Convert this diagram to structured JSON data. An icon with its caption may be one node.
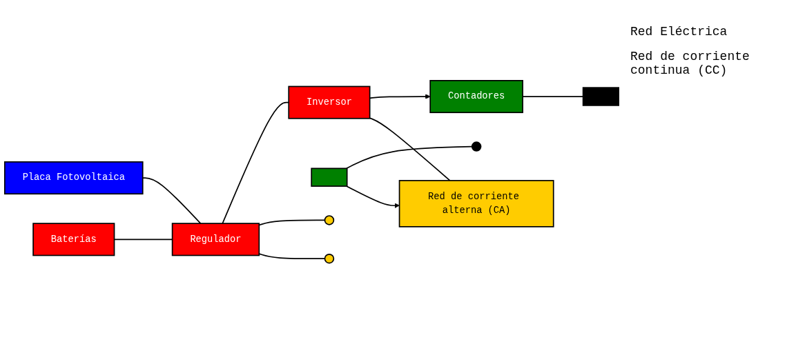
{
  "diagram": {
    "nodes": [
      {
        "text": [
          "Placa Fotovoltaica"
        ]
      },
      {
        "text": [
          "Regulador"
        ]
      },
      {
        "text": [
          "Baterías"
        ]
      },
      {
        "text": [
          "Inversor"
        ]
      },
      {
        "text": [
          "Contadores"
        ]
      },
      {
        "text": [],
        "shape": "box"
      },
      {
        "text": [],
        "shape": "box"
      },
      {
        "text": [],
        "shape": "circle"
      },
      {
        "text": [],
        "shape": "circle"
      },
      {
        "text": [],
        "shape": "circle"
      },
      {
        "text": [
          "Red de corriente alterna (CA)"
        ]
      }
    ],
    "edges": [
      {
        "from": 0,
        "to": 1,
        "arrow": "none"
      },
      {
        "from": 2,
        "to": 1,
        "arrow": "none"
      },
      {
        "from": 1,
        "to": 3,
        "arrow": "none"
      },
      {
        "from": 3,
        "to": 4,
        "arrow": "to"
      },
      {
        "from": 4,
        "to": 5,
        "arrow": "none"
      },
      {
        "from": 6,
        "to": 7,
        "arrow": "none"
      },
      {
        "from": 6,
        "to": 10,
        "arrow": "to"
      },
      {
        "from": 3,
        "to": 10,
        "arrow": "none"
      },
      {
        "from": 1,
        "to": 8,
        "arrow": "none"
      },
      {
        "from": 1,
        "to": 9,
        "arrow": "none"
      }
    ],
    "labels": [
      "Red Eléctrica",
      "Red de corriente continua (CC)"
    ]
  }
}
